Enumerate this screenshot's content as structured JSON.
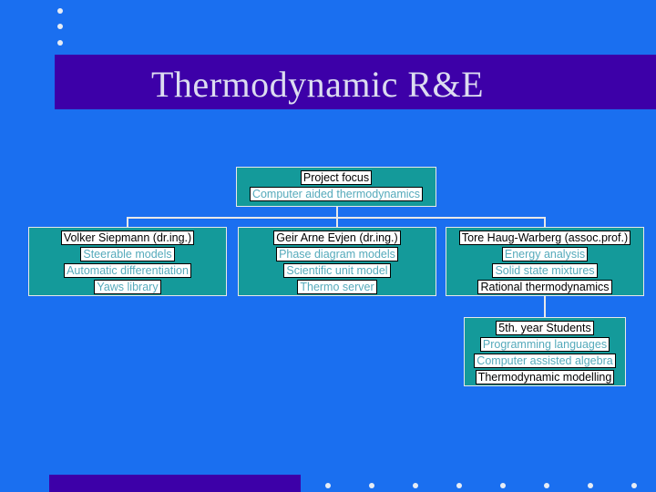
{
  "slide": {
    "title": "Thermodynamic R&E"
  },
  "org_chart": {
    "root": {
      "heading": "Project focus",
      "subtitle": "Computer aided thermodynamics"
    },
    "members": [
      {
        "name": "Volker Siepmann (dr.ing.)",
        "topics": [
          "Steerable models",
          "Automatic differentiation",
          "Yaws library"
        ]
      },
      {
        "name": "Geir Arne Evjen (dr.ing.)",
        "topics": [
          "Phase diagram models",
          "Scientific unit model",
          "Thermo server"
        ]
      },
      {
        "name": "Tore Haug-Warberg (assoc.prof.)",
        "topics": [
          "Energy analysis",
          "Solid state mixtures",
          "Rational thermodynamics"
        ]
      }
    ],
    "students": {
      "heading": "5th. year Students",
      "topics": [
        "Programming languages",
        "Computer assisted algebra",
        "Thermodynamic modelling"
      ]
    }
  }
}
